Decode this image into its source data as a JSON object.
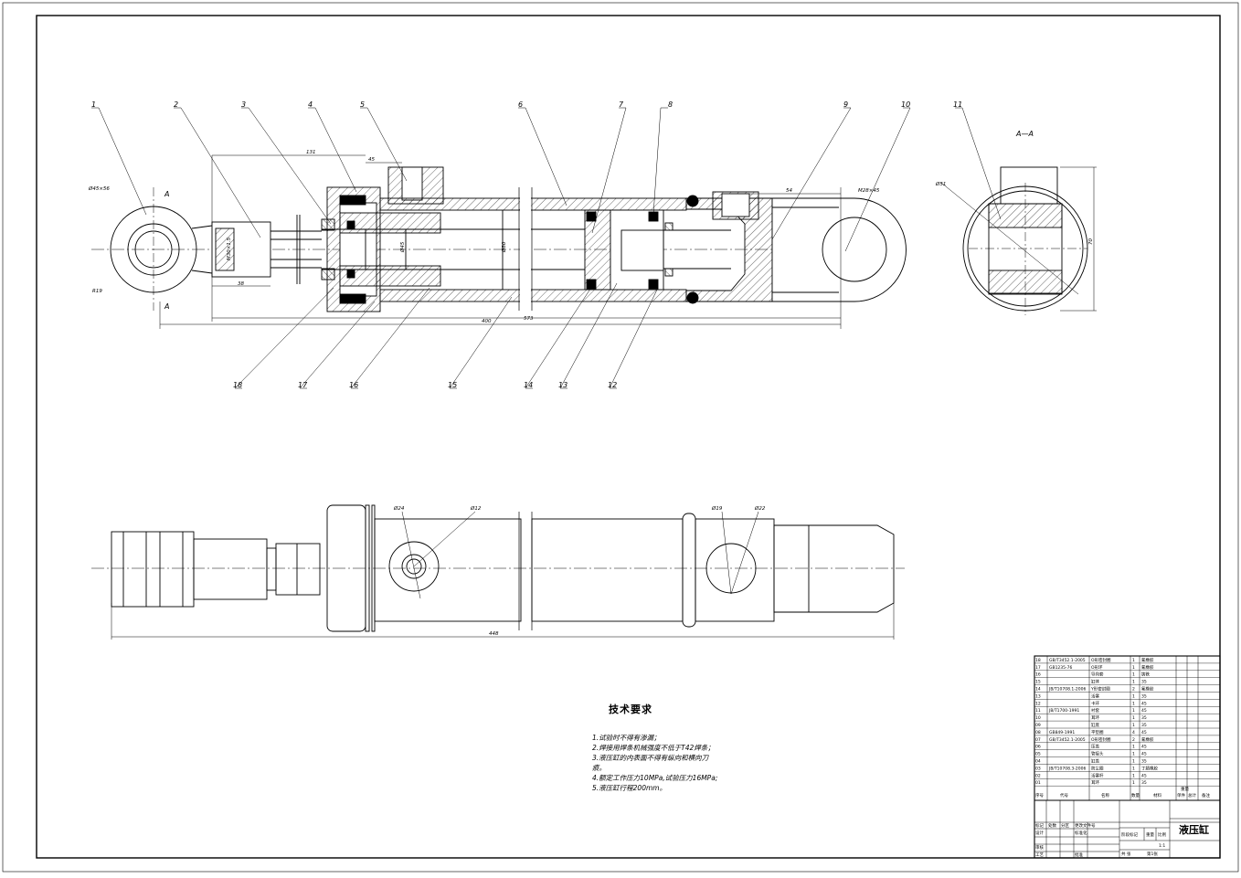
{
  "drawing": {
    "title": "液压缸",
    "section_label": "A—A",
    "section_marks": [
      "A",
      "A"
    ]
  },
  "balloons": [
    "1",
    "2",
    "3",
    "4",
    "5",
    "6",
    "7",
    "8",
    "9",
    "10",
    "11",
    "18",
    "17",
    "16",
    "15",
    "14",
    "13",
    "12"
  ],
  "dimensions": {
    "pin_hole": "Ø45×56",
    "radius_left": "R19",
    "top_131": "131",
    "top_45": "45",
    "rod_thread": "M30×1.5",
    "width_38": "38",
    "bore_dia": "Ø80",
    "rod_dia": "Ø45",
    "overall_400": "400",
    "overall_573": "573",
    "right_54": "54",
    "right_thread": "M28×45",
    "section_dia": "Ø51",
    "section_height": "70",
    "port_24": "Ø24",
    "port_12": "Ø12",
    "port_19": "Ø19",
    "port_22": "Ø22",
    "bottom_length": "448"
  },
  "tech_requirements": {
    "title": "技术要求",
    "items": [
      "1.试验时不得有渗漏；",
      "2.焊接用焊条机械强度不低于T42焊条；",
      "3.液压缸的内表面不得有纵向和横向刀",
      "痕。",
      "4.额定工作压力10MPa,试验压力16MPa;",
      "5.液压缸行程200mm。"
    ]
  },
  "bom": {
    "rows": [
      {
        "no": "18",
        "code": "GB/T3452.1-2005",
        "name": "O形密封圈",
        "qty": "1",
        "mat": "氟橡胶"
      },
      {
        "no": "17",
        "code": "GB1235-76",
        "name": "O形环",
        "qty": "1",
        "mat": "氟橡胶"
      },
      {
        "no": "16",
        "code": "",
        "name": "导向套",
        "qty": "1",
        "mat": "铸铁"
      },
      {
        "no": "15",
        "code": "",
        "name": "缸体",
        "qty": "1",
        "mat": "35"
      },
      {
        "no": "14",
        "code": "JB/T10708.1-2006",
        "name": "Y形密封圈",
        "qty": "2",
        "mat": "氟橡胶"
      },
      {
        "no": "13",
        "code": "",
        "name": "活塞",
        "qty": "1",
        "mat": "35"
      },
      {
        "no": "12",
        "code": "",
        "name": "卡环",
        "qty": "1",
        "mat": "45"
      },
      {
        "no": "11",
        "code": "JB/T1700-1991",
        "name": "衬套",
        "qty": "1",
        "mat": "45"
      },
      {
        "no": "10",
        "code": "",
        "name": "耳环",
        "qty": "1",
        "mat": "35"
      },
      {
        "no": "09",
        "code": "",
        "name": "缸底",
        "qty": "1",
        "mat": "35"
      },
      {
        "no": "08",
        "code": "GB849-1991",
        "name": "平垫圈",
        "qty": "4",
        "mat": "45"
      },
      {
        "no": "07",
        "code": "GB/T3452.1-2005",
        "name": "O形密封圈",
        "qty": "2",
        "mat": "氟橡胶"
      },
      {
        "no": "06",
        "code": "",
        "name": "压盖",
        "qty": "1",
        "mat": "45"
      },
      {
        "no": "05",
        "code": "",
        "name": "管接头",
        "qty": "1",
        "mat": "45"
      },
      {
        "no": "04",
        "code": "",
        "name": "缸盖",
        "qty": "1",
        "mat": "35"
      },
      {
        "no": "03",
        "code": "JB/T10708.3-2006",
        "name": "防尘圈",
        "qty": "1",
        "mat": "丁腈橡胶"
      },
      {
        "no": "02",
        "code": "",
        "name": "活塞杆",
        "qty": "1",
        "mat": "45"
      },
      {
        "no": "01",
        "code": "",
        "name": "耳环",
        "qty": "1",
        "mat": "35"
      }
    ],
    "header": {
      "no": "序号",
      "code": "代号",
      "name": "名称",
      "qty": "数量",
      "mat": "材料",
      "unit": "单件",
      "total": "总计",
      "weight": "重量",
      "remark": "备注"
    }
  },
  "title_block": {
    "row1": [
      "标记",
      "处数",
      "分区",
      "更改文件号"
    ],
    "design": "设计",
    "standard": "标准化",
    "stage": "阶段标记",
    "weight": "重量",
    "scale": "比例",
    "scale_value": "1:1",
    "sheets": "共  张",
    "sheet_no": "第1张",
    "review": "审核",
    "process": "工艺",
    "approve": "批准"
  }
}
